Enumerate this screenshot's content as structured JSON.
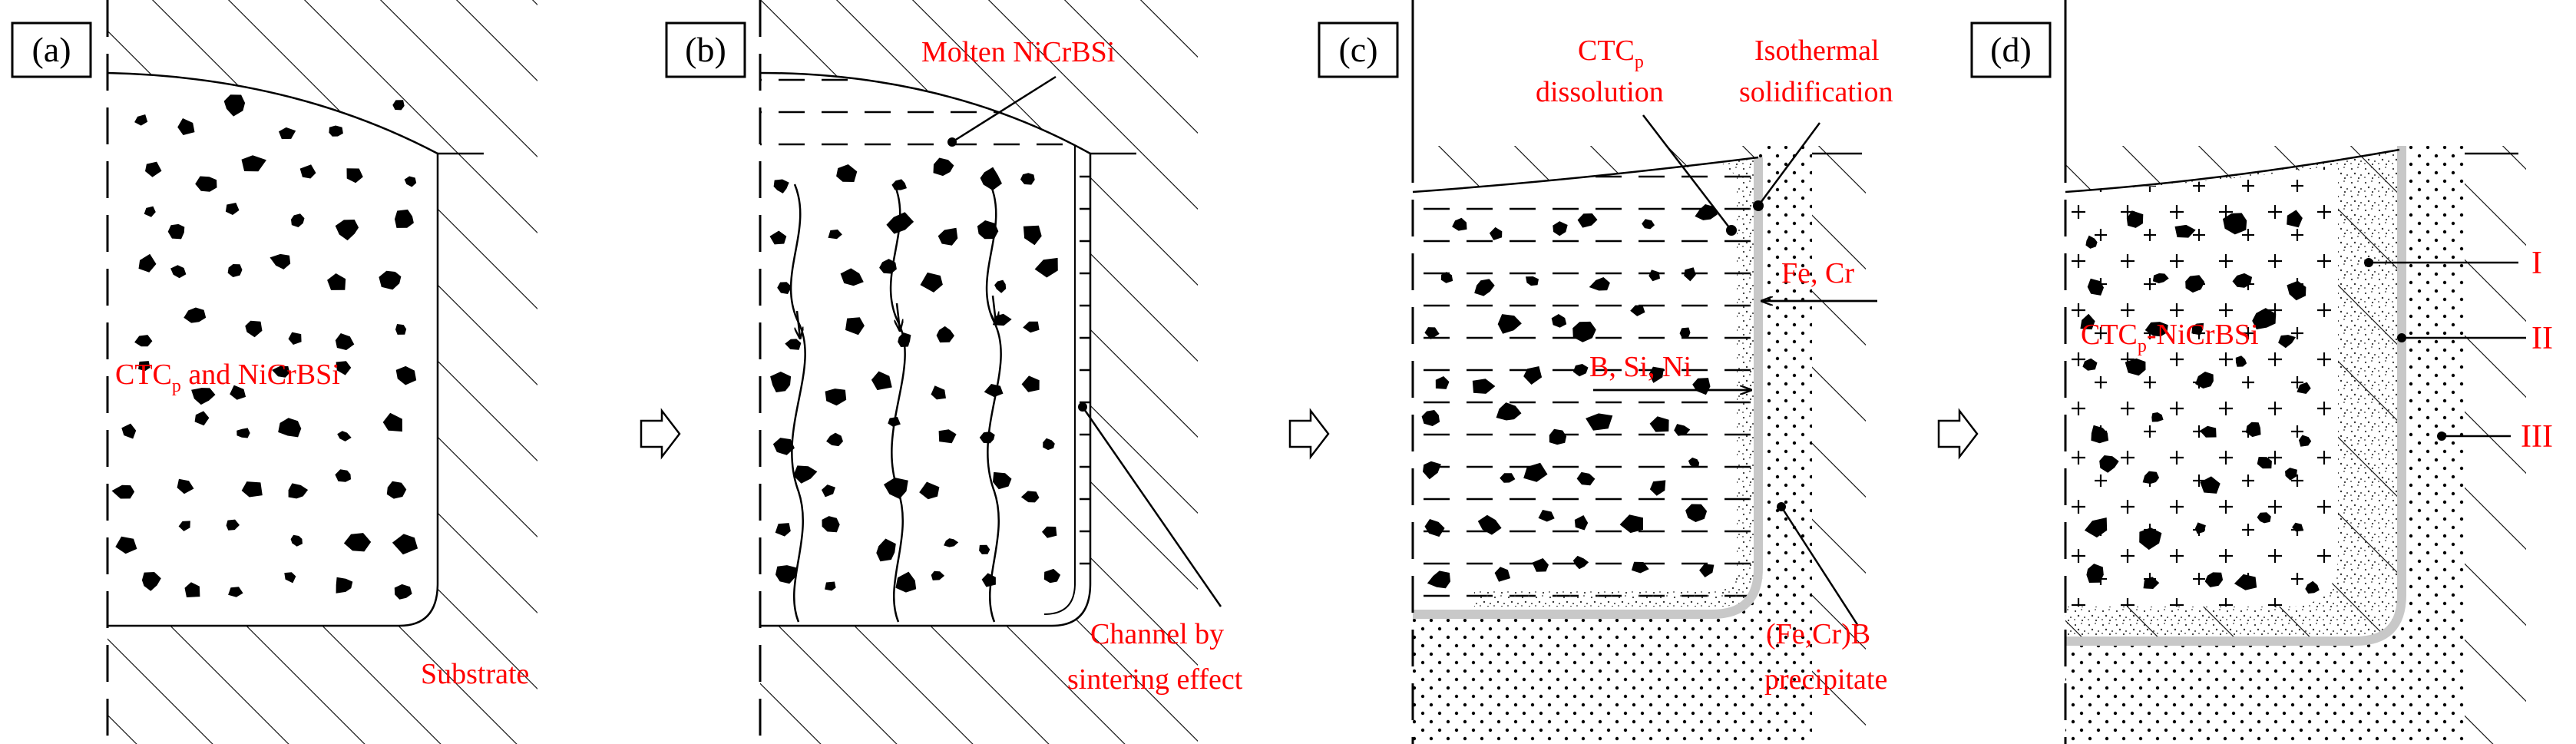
{
  "panels": [
    {
      "tag": "(a)",
      "labels": {
        "main": "CTC",
        "main_sub": "p",
        "main_tail": " and NiCrBSi",
        "substrate": "Substrate"
      }
    },
    {
      "tag": "(b)",
      "labels": {
        "molten": "Molten NiCrBSi",
        "channel_1": "Channel by",
        "channel_2": "sintering effect"
      }
    },
    {
      "tag": "(c)",
      "labels": {
        "ctc": "CTC",
        "ctc_sub": "p",
        "dissolution": "dissolution",
        "iso_1": "Isothermal",
        "iso_2": "solidification",
        "fecr": "Fe, Cr",
        "bsini": "B, Si, Ni",
        "boride_1": "(Fe,Cr)B",
        "boride_2": "precipitate"
      }
    },
    {
      "tag": "(d)",
      "labels": {
        "main": "CTC",
        "main_sub": "p",
        "main_tail": "-NiCrBSi",
        "zone_1": "I",
        "zone_2": "II",
        "zone_3": "III"
      }
    }
  ],
  "colors": {
    "label": "#ff0000",
    "line": "#000000",
    "zone": "#c8c8c8"
  },
  "icons": {
    "process_arrow": "right-outline-arrow-icon"
  }
}
